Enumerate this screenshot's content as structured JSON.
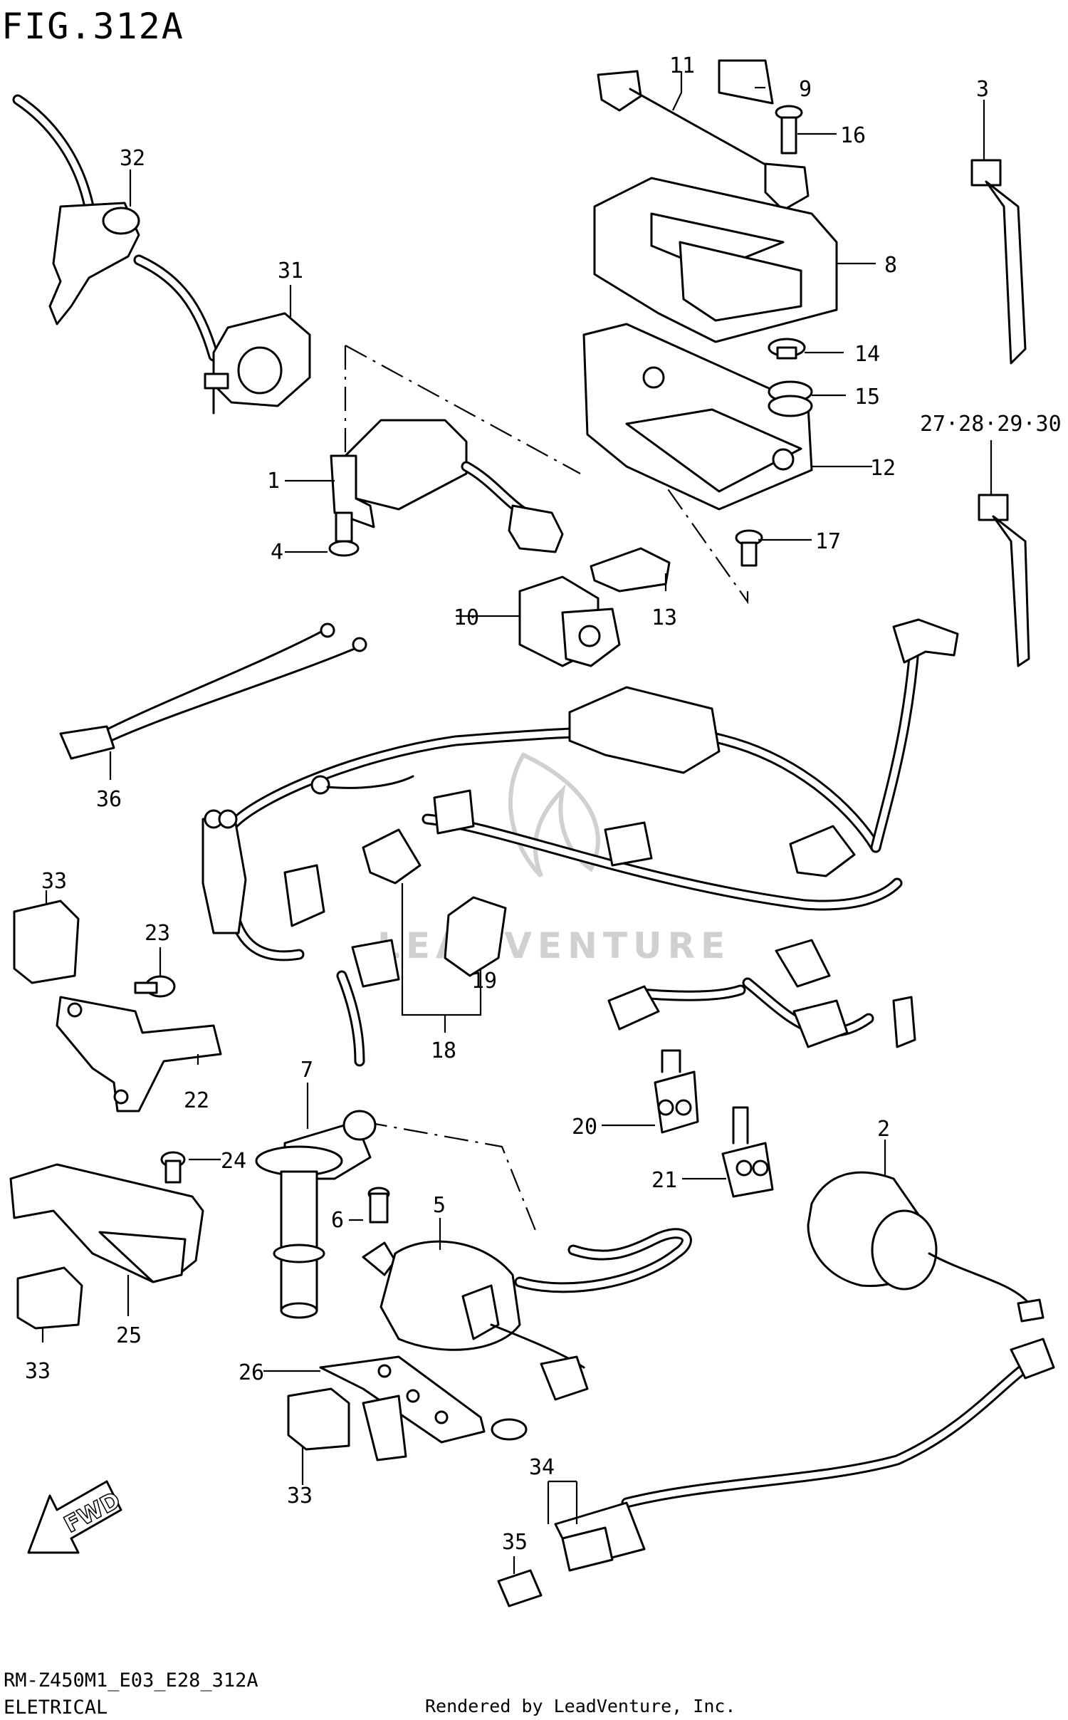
{
  "figure_title": "FIG.312A",
  "model_code": "RM-Z450M1_E03_E28_312A",
  "section_name": "ELETRICAL",
  "rendered_by": "Rendered by LeadVenture, Inc.",
  "watermark": "LEADVENTURE",
  "direction_label": "FWD",
  "colors": {
    "ink": "#000000",
    "paper": "#ffffff",
    "watermark": "#d0d0d0"
  },
  "callouts": {
    "c1": "1",
    "c2": "2",
    "c3": "3",
    "c4": "4",
    "c5": "5",
    "c6": "6",
    "c7": "7",
    "c8": "8",
    "c9": "9",
    "c10": "10",
    "c11": "11",
    "c12": "12",
    "c13": "13",
    "c14": "14",
    "c15": "15",
    "c16": "16",
    "c17": "17",
    "c18": "18",
    "c19": "19",
    "c20": "20",
    "c21": "21",
    "c22": "22",
    "c23": "23",
    "c24": "24",
    "c25": "25",
    "c26": "26",
    "c27_30": "27·28·29·30",
    "c31": "31",
    "c32": "32",
    "c33a": "33",
    "c33b": "33",
    "c33c": "33",
    "c34": "34",
    "c35": "35",
    "c36": "36"
  }
}
